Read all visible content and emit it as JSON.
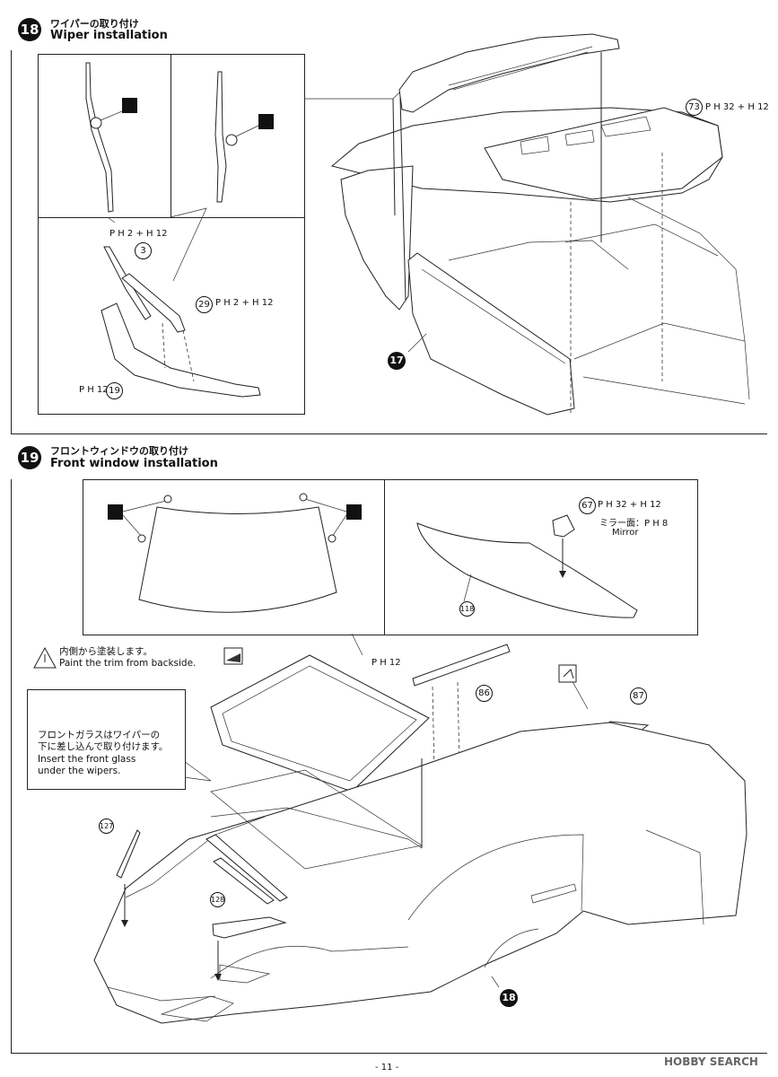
{
  "step18": {
    "number": "18",
    "title_jp": "ワイパーの取り付け",
    "title_en": "Wiper installation",
    "parts": {
      "p3": "3",
      "p29": "29",
      "p19": "19",
      "p73": "73",
      "p17": "17"
    },
    "paint": {
      "p3": "P H 2 + H 12",
      "p29": "P H 2 + H 12",
      "p19": "P H 12",
      "p73": "P H 32 + H 12"
    }
  },
  "step19": {
    "number": "19",
    "title_jp": "フロントウィンドウの取り付け",
    "title_en": "Front window installation",
    "parts": {
      "p67": "67",
      "p118": "118",
      "p86": "86",
      "p87": "87",
      "p127": "127",
      "p128": "128",
      "p18": "18"
    },
    "paint": {
      "p67": "P H 32 + H 12",
      "mirror_jp": "ミラー面：P H 8",
      "mirror_en": "Mirror",
      "window": "P H 12"
    },
    "caution_jp": "内側から塗装します。",
    "caution_en": "Paint the trim from backside.",
    "note_jp_1": "フロントガラスはワイパーの",
    "note_jp_2": "下に差し込んで取り付けます。",
    "note_en_1": "Insert the front glass",
    "note_en_2": "under the wipers."
  },
  "footer": {
    "page": "- 11 -",
    "watermark": "HOBBY SEARCH"
  }
}
